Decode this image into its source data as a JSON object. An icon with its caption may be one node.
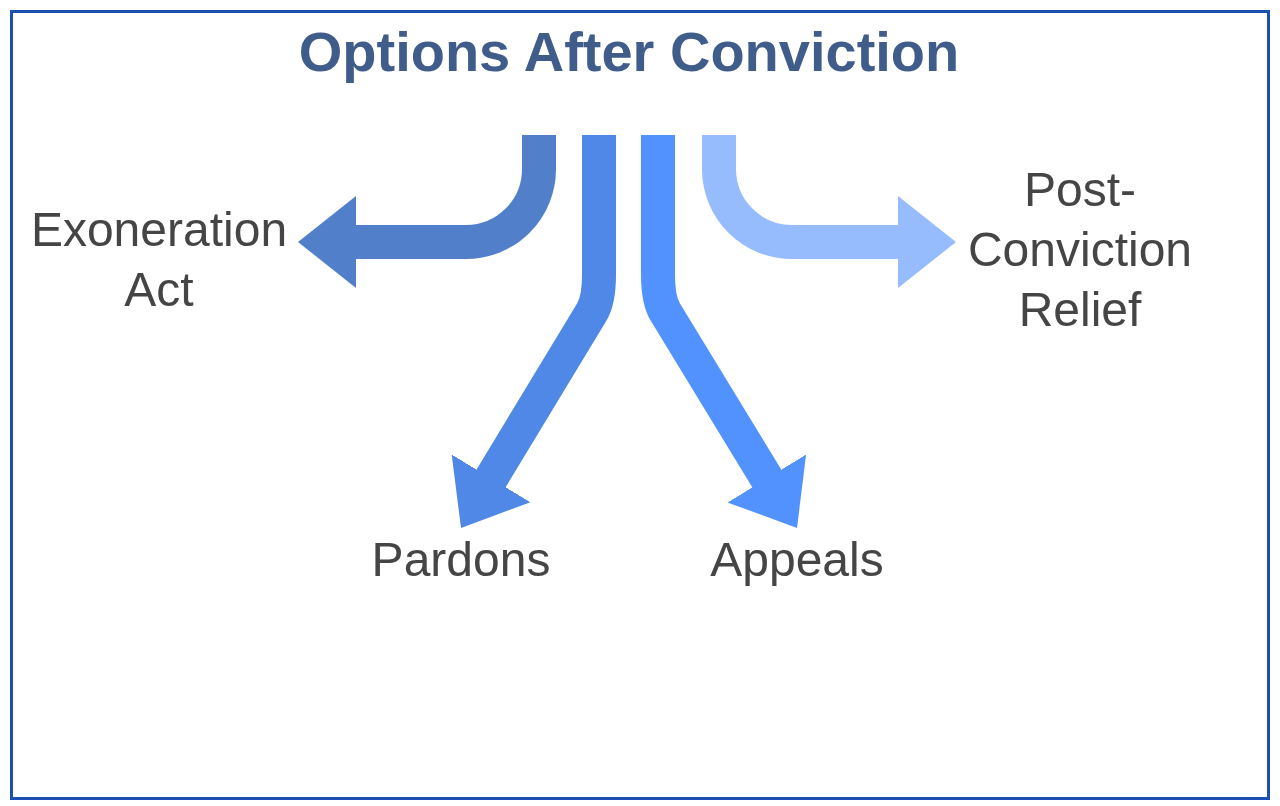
{
  "diagram": {
    "title": "Options After Conviction",
    "nodes": [
      {
        "text": [
          "Exoneration Act"
        ]
      },
      {
        "text": [
          "Post-Conviction Relief"
        ]
      },
      {
        "text": [
          "Pardons"
        ]
      },
      {
        "text": [
          "Appeals"
        ]
      }
    ],
    "edges": [
      {
        "from": null,
        "to": 0,
        "arrow": "to",
        "color": "#517fca"
      },
      {
        "from": null,
        "to": 2,
        "arrow": "to",
        "color": "#4f88e6"
      },
      {
        "from": null,
        "to": 3,
        "arrow": "to",
        "color": "#5192fe"
      },
      {
        "from": null,
        "to": 1,
        "arrow": "to",
        "color": "#97bcfe"
      }
    ]
  }
}
